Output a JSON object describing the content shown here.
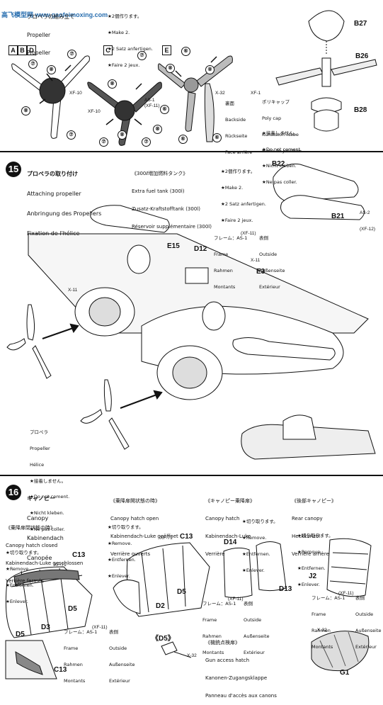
{
  "watermark": {
    "text": "高飞模型网 www.gaofeimoxing.com"
  },
  "step14": {
    "title_lines": [
      "プロペラの組み立て",
      "Propeller",
      "Propeller"
    ],
    "make2": [
      "★2個作ります。",
      "★Make 2.",
      "★2 Satz anfertigen.",
      "★Faire 2 jeux."
    ],
    "variant_abd": [
      "A",
      "B",
      "D"
    ],
    "variant_c": "C",
    "variant_e": "E",
    "colors": {
      "xf10": "XF-10",
      "as1": "AS-1",
      "as1_alt": "(XF-11)",
      "x32": "X-32",
      "xf1": "XF-1"
    },
    "backside": [
      "裏面",
      "Backside",
      "Rückseite",
      "Face arrière"
    ],
    "circled": {
      "seven": "⑦",
      "eight": "⑧",
      "six": "⑥"
    },
    "parts": {
      "b27": "B27",
      "b26": "B26",
      "b28": "B28"
    },
    "polycap": [
      "ポリキャップ",
      "Poly cap",
      "Kunststoff-Nabe",
      "Pièce de jonction"
    ],
    "no_cement": [
      "★接着しません。",
      "★Do not cement.",
      "★Nicht kleben.",
      "★Ne pas coller."
    ]
  },
  "step15": {
    "number": "15",
    "title_lines": [
      "プロペラの取り付け",
      "Attaching propeller",
      "Anbringung des Propellers",
      "Fixation de l'hélice"
    ],
    "tank_lines": [
      "《300ℓ増加燃料タンク》",
      "Extra fuel tank (300l)",
      "Zusatz-Kraftstofftank (300l)",
      "Réservoir supplémentaire (300l)"
    ],
    "make2": [
      "★2個作ります。",
      "★Make 2.",
      "★2 Satz anfertigen.",
      "★Faire 2 jeux."
    ],
    "parts": {
      "b22": "B22",
      "b21": "B21",
      "e15": "E15",
      "d12": "D12",
      "e3": "E3"
    },
    "as2": [
      "AS-2",
      "(XF-12)"
    ],
    "frame": [
      "フレーム：AS-1",
      "Frame",
      "Rahmen",
      "Montants"
    ],
    "frame_alt": "(XF-11)",
    "frame_side": [
      "表側",
      "Outside",
      "Außenseite",
      "Extérieur"
    ],
    "x11": "X-11",
    "propeller": [
      "プロペラ",
      "Propeller",
      "Hélice",
      "★接着しません。",
      "★Do not cement.",
      "★Nicht kleben.",
      "★Ne pas coller."
    ]
  },
  "step16": {
    "number": "16",
    "title_lines": [
      "キャノピー",
      "Canopy",
      "Kabinendach",
      "Canopée"
    ],
    "closed": [
      "《乗降扉閉状態の時》",
      "Canopy hatch closed",
      "Kabinendach-Luke geschlossen",
      "Verrière fermés"
    ],
    "open": [
      "《乗降扉開状態の時》",
      "Canopy hatch open",
      "Kabinendach-Luke geöffnet",
      "Verrière ouverts"
    ],
    "hatch": [
      "《キャノピー乗降扉》",
      "Canopy hatch",
      "Kabinendach-Luke",
      "Verrière"
    ],
    "rear": [
      "《後部キャノピー》",
      "Rear canopy",
      "Heckkanzel",
      "Verrière arrière"
    ],
    "remove": [
      "★切り取ります。",
      "★Remove.",
      "★Entfernen.",
      "★Enlever."
    ],
    "parts": {
      "c13": "C13",
      "d5": "D5",
      "d3": "D3",
      "d2": "D2",
      "d14": "D14",
      "d13": "D13",
      "j2": "J2",
      "g1": "G1",
      "d5b": "《D5》"
    },
    "xf71": "XF-71",
    "x32": "X-32",
    "frame_as1": [
      "フレーム：AS-1",
      "Frame",
      "Rahmen",
      "Montants"
    ],
    "frame_alt": "(XF-11)",
    "frame_side": [
      "表側",
      "Outside",
      "Außenseite",
      "Extérieur"
    ],
    "gun": [
      "《機銃点検扉》",
      "Gun access hatch",
      "Kanonen-Zugangsklappe",
      "Panneau d'accès aux canons"
    ]
  }
}
